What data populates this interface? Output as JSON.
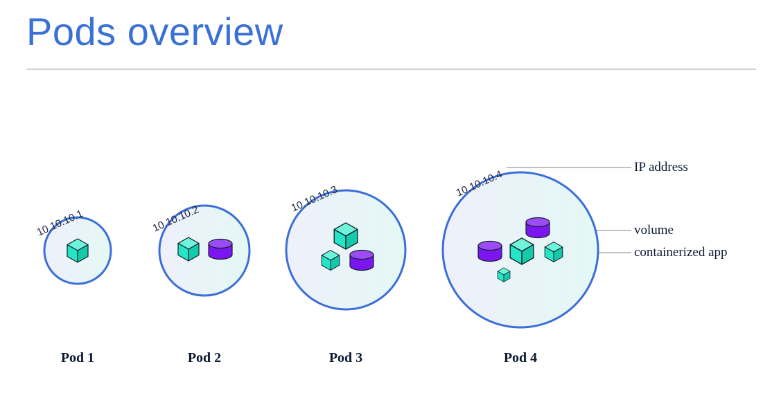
{
  "title": "Pods overview",
  "colors": {
    "title": "#3b70d6",
    "circle_stroke": "#3b6ed8",
    "container_fill": "#24e6c6",
    "volume_fill": "#7b16f0",
    "leader_line": "#9a9a9a"
  },
  "pods": [
    {
      "label": "Pod 1",
      "ip": "10.10.10.1"
    },
    {
      "label": "Pod 2",
      "ip": "10.10.10.2"
    },
    {
      "label": "Pod 3",
      "ip": "10.10.10.3"
    },
    {
      "label": "Pod 4",
      "ip": "10.10.10.4"
    }
  ],
  "legend": {
    "ip_address": "IP address",
    "volume": "volume",
    "containerized_app": "containerized app"
  },
  "icons": [
    "container-icon",
    "volume-icon"
  ]
}
